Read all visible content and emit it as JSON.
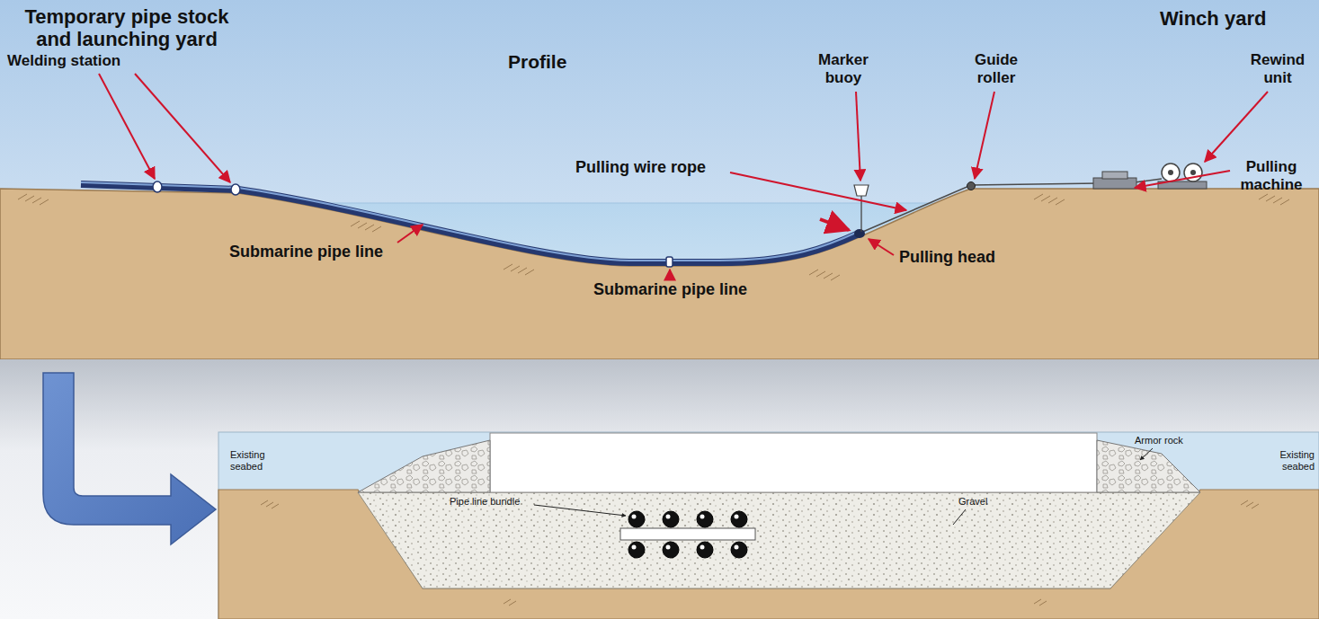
{
  "diagram": {
    "labels": [
      "Temporary pipe stock and launching yard",
      "Winch yard",
      "Welding station",
      "Profile",
      "Marker buoy",
      "Guide roller",
      "Rewind unit",
      "Pulling wire rope",
      "Pulling machine",
      "Submarine pipe line",
      "Pulling head",
      "Submarine pipe line",
      "Existing seabed",
      "Armor rock",
      "Existing seabed",
      "Pipe line bundle",
      "Gravel"
    ]
  }
}
